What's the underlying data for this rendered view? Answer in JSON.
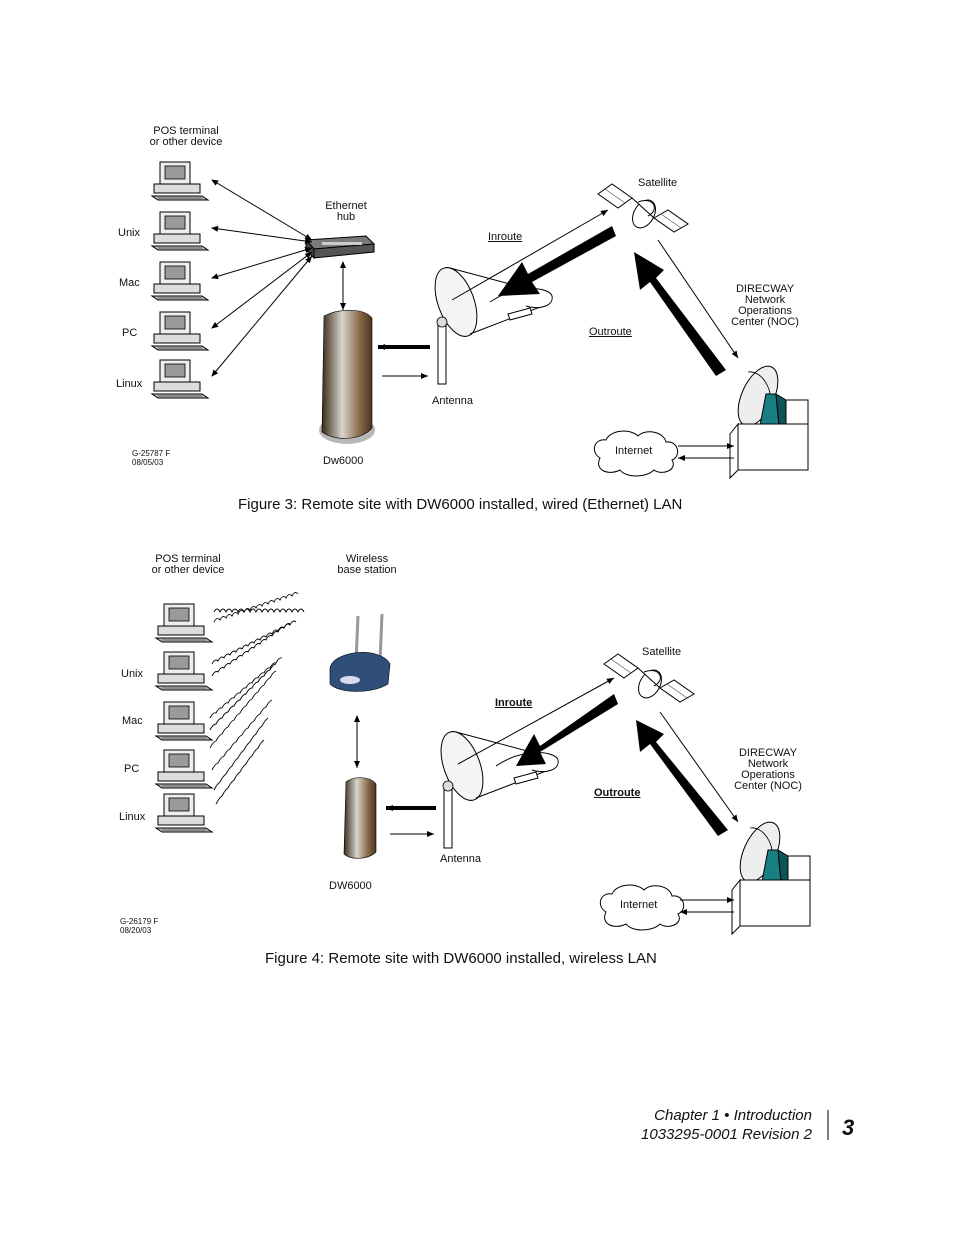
{
  "figure3": {
    "pos_terminal": "POS terminal",
    "pos_terminal_2": "or other device",
    "ethernet_hub_1": "Ethernet",
    "ethernet_hub_2": "hub",
    "unix": "Unix",
    "mac": "Mac",
    "pc": "PC",
    "linux": "Linux",
    "inroute": "Inroute",
    "outroute": "Outroute",
    "satellite": "Satellite",
    "noc_1": "DIRECWAY",
    "noc_2": "Network",
    "noc_3": "Operations",
    "noc_4": "Center (NOC)",
    "antenna": "Antenna",
    "internet": "Internet",
    "device": "Dw6000",
    "code_1": "G-25787 F",
    "code_2": "08/05/03",
    "caption": "Figure 3:  Remote site with DW6000 installed, wired (Ethernet) LAN"
  },
  "figure4": {
    "pos_terminal": "POS terminal",
    "pos_terminal_2": "or other device",
    "wireless_1": "Wireless",
    "wireless_2": "base station",
    "unix": "Unix",
    "mac": "Mac",
    "pc": "PC",
    "linux": "Linux",
    "inroute": "Inroute",
    "outroute": "Outroute",
    "satellite": "Satellite",
    "noc_1": "DIRECWAY",
    "noc_2": "Network",
    "noc_3": "Operations",
    "noc_4": "Center (NOC)",
    "antenna": "Antenna",
    "internet": "Internet",
    "device": "DW6000",
    "code_1": "G-26179 F",
    "code_2": "08/20/03",
    "caption": "Figure 4:  Remote site with DW6000 installed, wireless LAN"
  },
  "footer": {
    "chapter": "Chapter 1 • Introduction",
    "revision": "1033295-0001  Revision 2",
    "page_number": "3"
  }
}
